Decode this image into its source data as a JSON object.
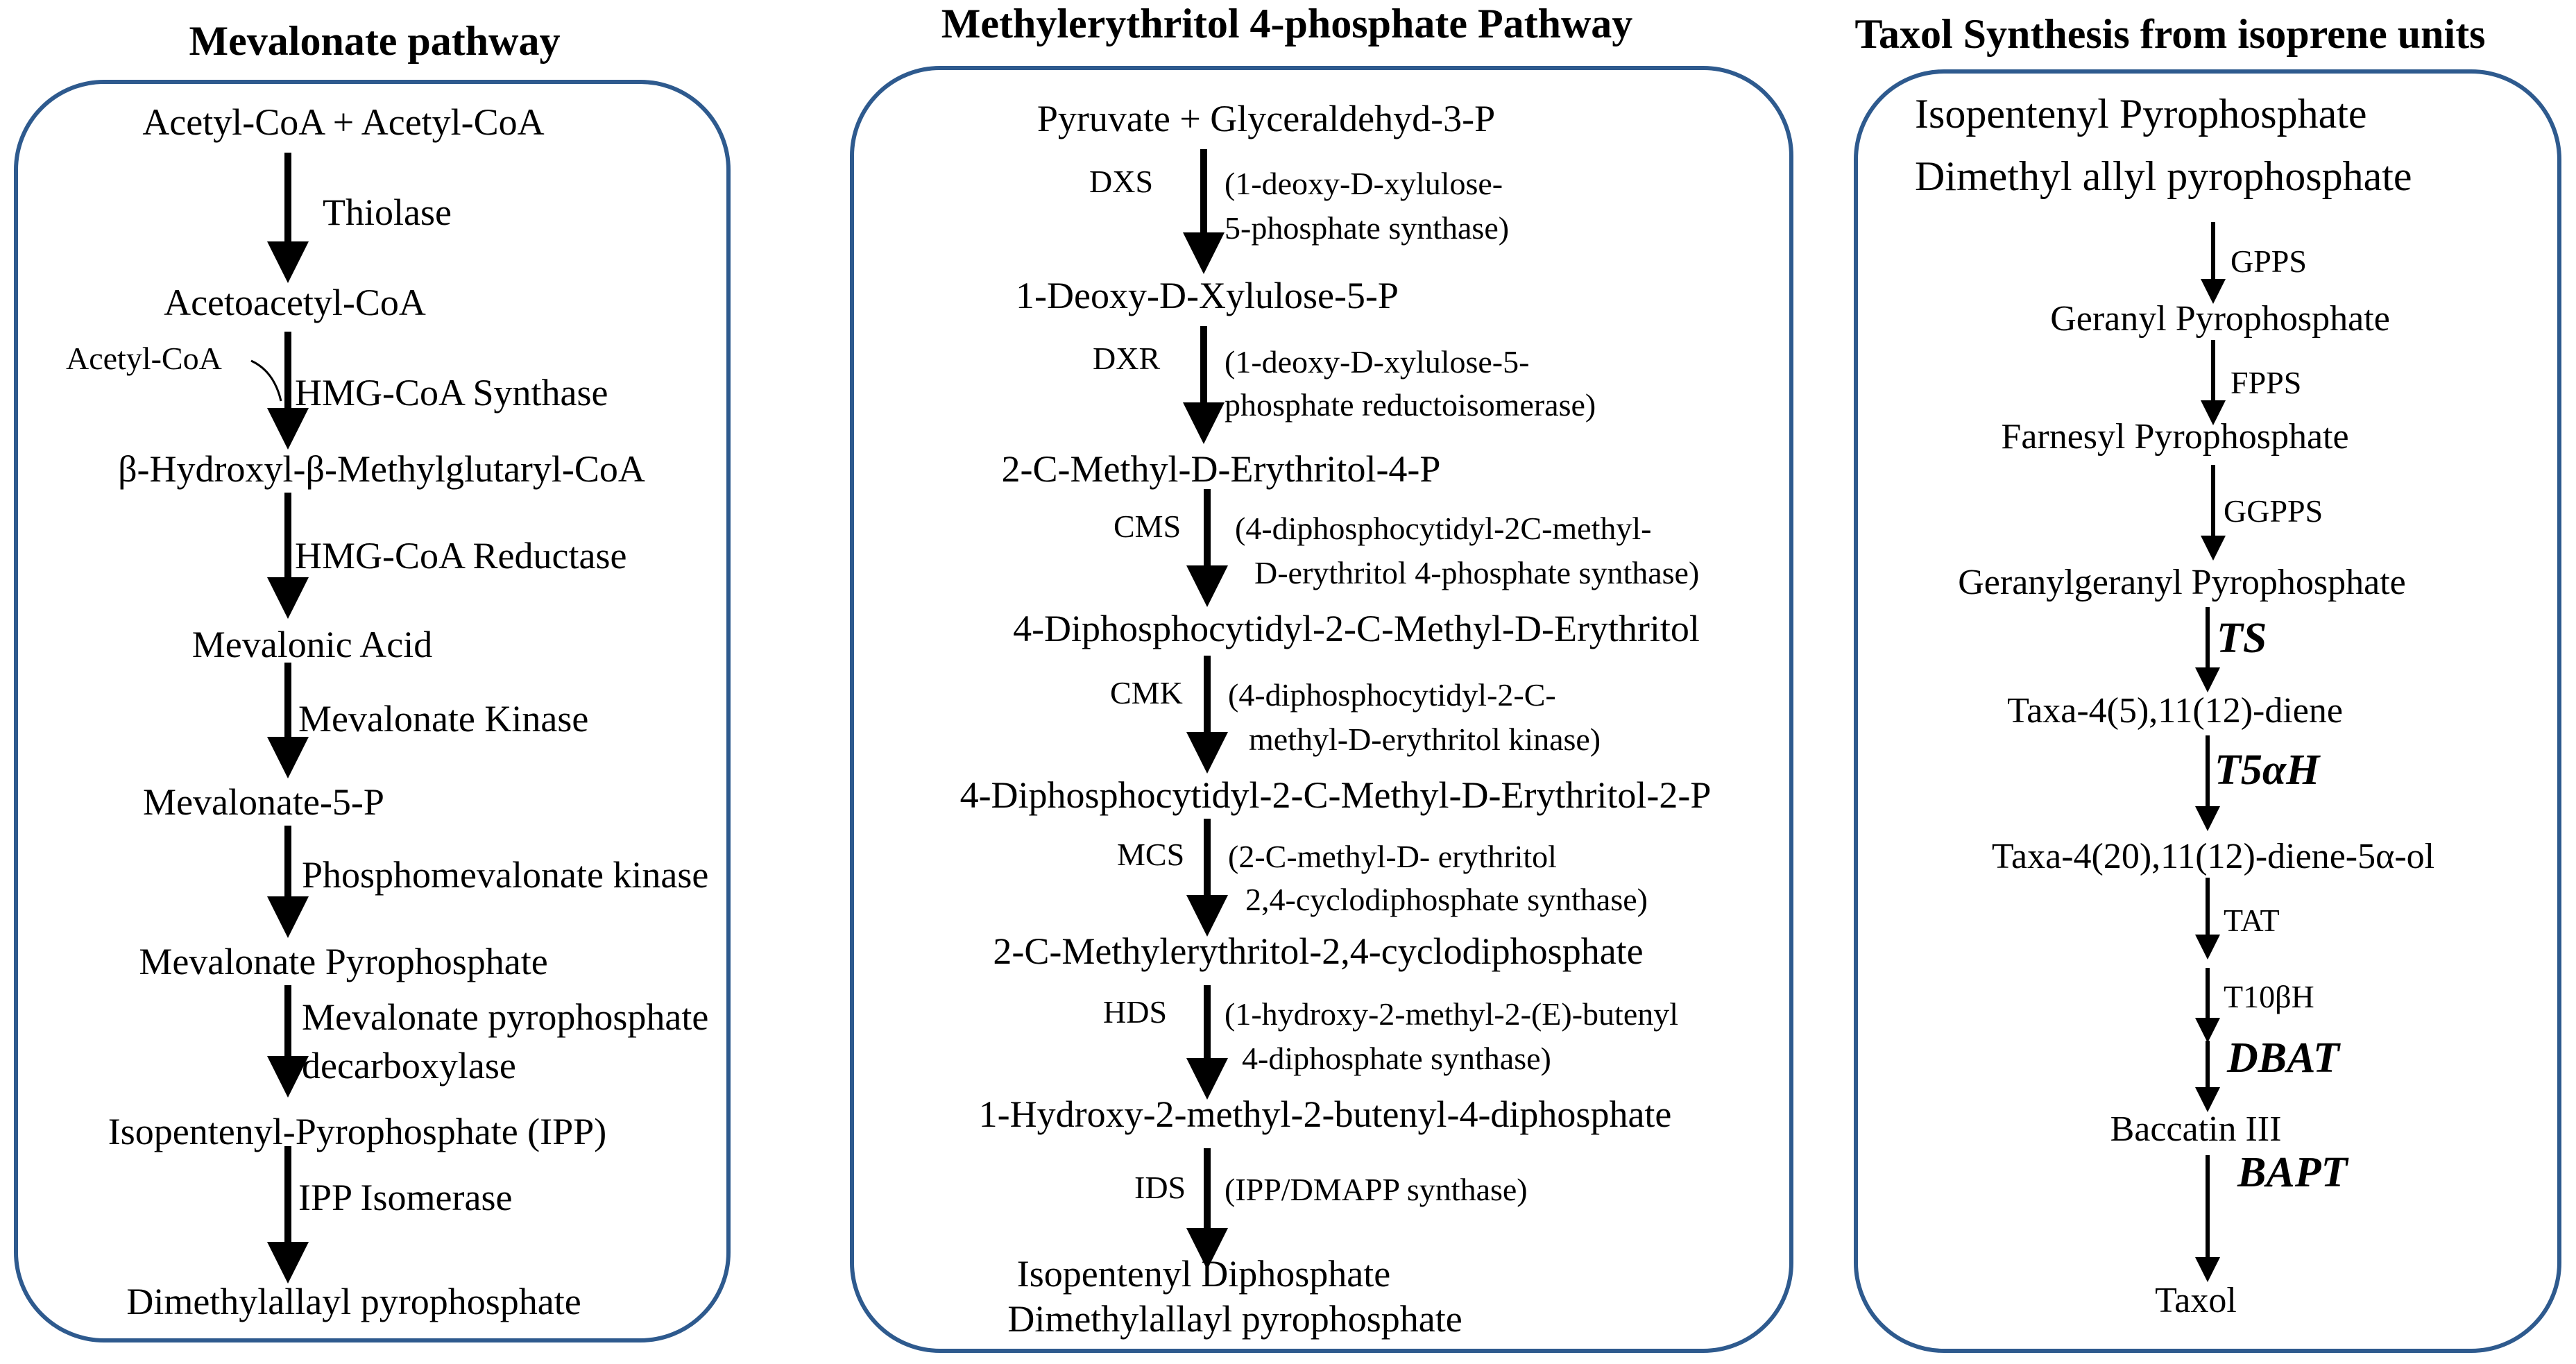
{
  "titles": {
    "mevalonate": "Mevalonate pathway",
    "mep": "Methylerythritol 4-phosphate Pathway",
    "taxol": "Taxol Synthesis from isoprene units"
  },
  "mevalonate": {
    "metabolites": [
      "Acetyl-CoA + Acetyl-CoA",
      "Acetoacetyl-CoA",
      "β-Hydroxyl-β-Methylglutaryl-CoA",
      "Mevalonic Acid",
      "Mevalonate-5-P",
      "Mevalonate Pyrophosphate",
      "Isopentenyl-Pyrophosphate (IPP)",
      "Dimethylallayl pyrophosphate"
    ],
    "enzymes": [
      "Thiolase",
      "HMG-CoA Synthase",
      "HMG-CoA Reductase",
      "Mevalonate Kinase",
      "Phosphomevalonate kinase",
      "Mevalonate pyrophosphate",
      "decarboxylase",
      "IPP Isomerase"
    ],
    "cosubstrate": "Acetyl-CoA"
  },
  "mep": {
    "metabolites": [
      "Pyruvate + Glyceraldehyd-3-P",
      "1-Deoxy-D-Xylulose-5-P",
      "2-C-Methyl-D-Erythritol-4-P",
      "4-Diphosphocytidyl-2-C-Methyl-D-Erythritol",
      "4-Diphosphocytidyl-2-C-Methyl-D-Erythritol-2-P",
      "2-C-Methylerythritol-2,4-cyclodiphosphate",
      "1-Hydroxy-2-methyl-2-butenyl-4-diphosphate",
      "Isopentenyl Diphosphate",
      "Dimethylallayl pyrophosphate"
    ],
    "steps": [
      {
        "abbr": "DXS",
        "line1": "(1-deoxy-D-xylulose-",
        "line2": "5-phosphate synthase)"
      },
      {
        "abbr": "DXR",
        "line1": "(1-deoxy-D-xylulose-5-",
        "line2": "phosphate reductoisomerase)"
      },
      {
        "abbr": "CMS",
        "line1": "(4-diphosphocytidyl-2C-methyl-",
        "line2": "D-erythritol 4-phosphate synthase)"
      },
      {
        "abbr": "CMK",
        "line1": "(4-diphosphocytidyl-2-C-",
        "line2": "methyl-D-erythritol kinase)"
      },
      {
        "abbr": "MCS",
        "line1": "(2-C-methyl-D- erythritol",
        "line2": "2,4-cyclodiphosphate synthase)"
      },
      {
        "abbr": "HDS",
        "line1": "(1-hydroxy-2-methyl-2-(E)-butenyl",
        "line2": "4-diphosphate synthase)"
      },
      {
        "abbr": "IDS",
        "line1": "(IPP/DMAPP synthase)",
        "line2": ""
      }
    ]
  },
  "taxol": {
    "metabolites": [
      "Isopentenyl Pyrophosphate",
      "Dimethyl allyl pyrophosphate",
      "Geranyl Pyrophosphate",
      "Farnesyl Pyrophosphate",
      "Geranylgeranyl Pyrophosphate",
      "Taxa-4(5),11(12)-diene",
      "Taxa-4(20),11(12)-diene-5α-ol",
      "Baccatin III",
      "Taxol"
    ],
    "enzymes": [
      "GPPS",
      "FPPS",
      "GGPPS",
      "TS",
      "T5αH",
      "TAT",
      "T10βH",
      "DBAT",
      "BAPT"
    ]
  },
  "colors": {
    "panel_border": "#2e5a8e",
    "arrow": "#000000",
    "text": "#000000"
  }
}
